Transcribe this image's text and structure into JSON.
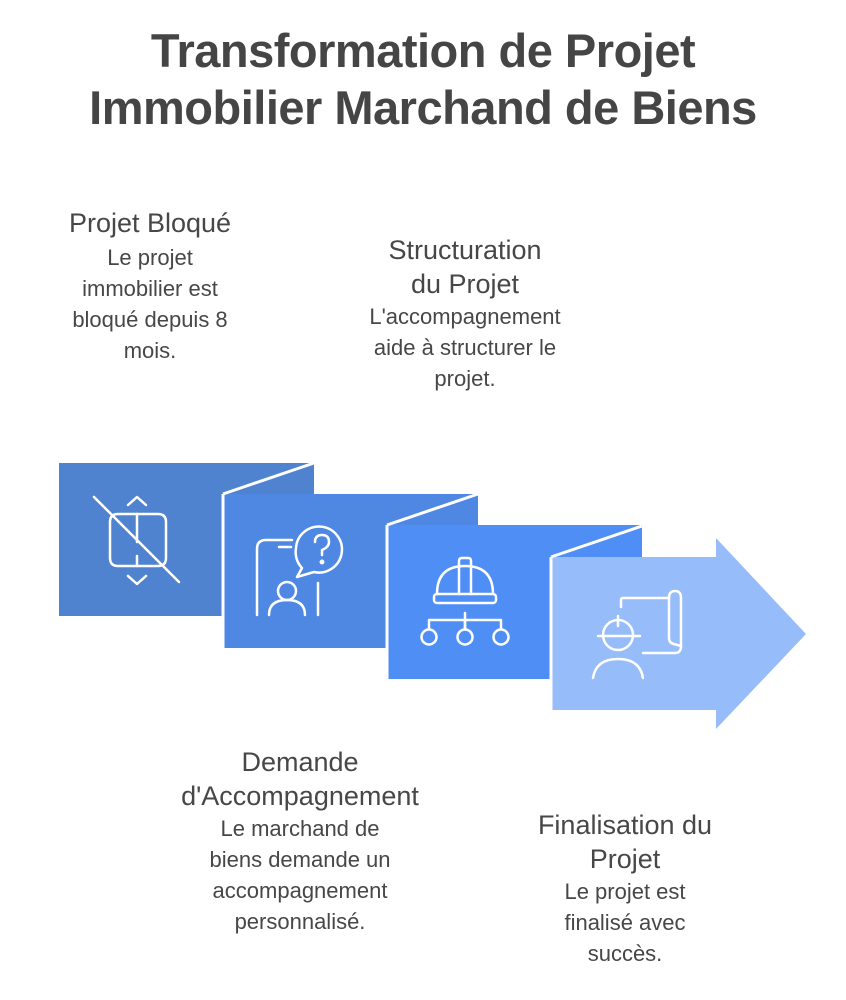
{
  "title": {
    "line1": "Transformation de Projet",
    "line2": "Immobilier Marchand de Biens"
  },
  "colors": {
    "step1": "#5083CF",
    "step2": "#4F88E3",
    "step3": "#4F8FF5",
    "step4": "#96BCFA",
    "text": "#454545",
    "background": "#FFFFFF",
    "icon_stroke": "#FFFFFF"
  },
  "steps": [
    {
      "id": 1,
      "icon": "blocked-move-icon",
      "heading_lines": [
        "Projet Bloqué"
      ],
      "description_lines": [
        "Le projet",
        "immobilier est",
        "bloqué depuis 8",
        "mois."
      ]
    },
    {
      "id": 2,
      "icon": "support-request-icon",
      "heading_lines": [
        "Demande",
        "d'Accompagnement"
      ],
      "description_lines": [
        "Le marchand de",
        "biens demande un",
        "accompagnement",
        "personnalisé."
      ]
    },
    {
      "id": 3,
      "icon": "structure-hardhat-icon",
      "heading_lines": [
        "Structuration",
        "du Projet"
      ],
      "description_lines": [
        "L'accompagnement",
        "aide à structurer le",
        "projet."
      ]
    },
    {
      "id": 4,
      "icon": "engineer-blueprint-icon",
      "heading_lines": [
        "Finalisation du",
        "Projet"
      ],
      "description_lines": [
        "Le projet est",
        "finalisé avec",
        "succès."
      ]
    }
  ]
}
